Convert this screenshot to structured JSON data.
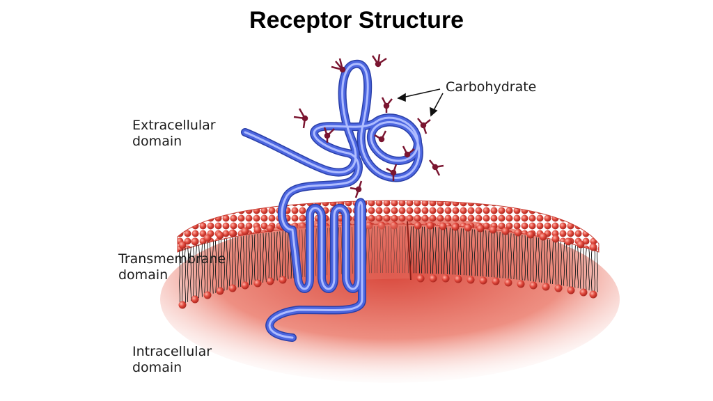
{
  "title": "Receptor Structure",
  "labels": {
    "carbohydrate": "Carbohydrate",
    "extracellular": "Extracellular\ndomain",
    "transmembrane": "Transmembrane\ndomain",
    "intracellular": "Intracellular\ndomain"
  },
  "colors": {
    "protein": "#3f5bd6",
    "protein_highlight": "#a9b8ff",
    "lipid_head": "#d9463c",
    "cytoplasm": "#e8776a",
    "carbohydrate": "#7a1530"
  }
}
